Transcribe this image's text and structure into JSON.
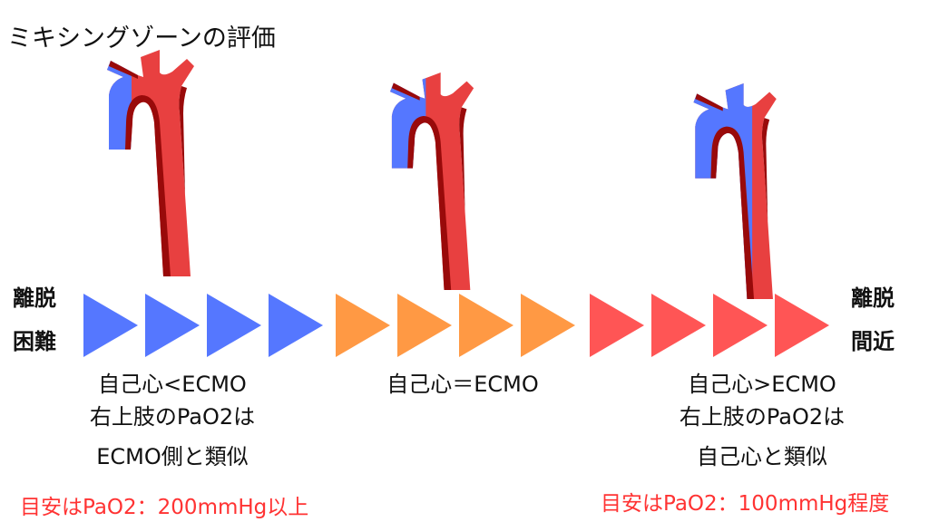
{
  "title": "ミキシングゾーンの評価",
  "left_label": [
    "離脱",
    "困難"
  ],
  "right_label": [
    "離脱",
    "間近"
  ],
  "colors": {
    "blue": "#5577ff",
    "orange": "#ff9944",
    "red": "#ff5555",
    "aorta": "#e84040",
    "aorta_shadow": "#990a0a"
  },
  "arrows": [
    "blue",
    "blue",
    "blue",
    "blue",
    "orange",
    "orange",
    "orange",
    "orange",
    "red",
    "red",
    "red",
    "red"
  ],
  "stages": [
    {
      "lines": [
        "自己心<ECMO",
        "右上肢のPaO2は",
        "ECMO側と類似"
      ],
      "target": "目安はPaO2：200mmHg以上"
    },
    {
      "lines": [
        "自己心＝ECMO"
      ]
    },
    {
      "lines": [
        "自己心>ECMO",
        "右上肢のPaO2は",
        "自己心と類似"
      ],
      "target": "目安はPaO2：100mmHg程度"
    }
  ]
}
